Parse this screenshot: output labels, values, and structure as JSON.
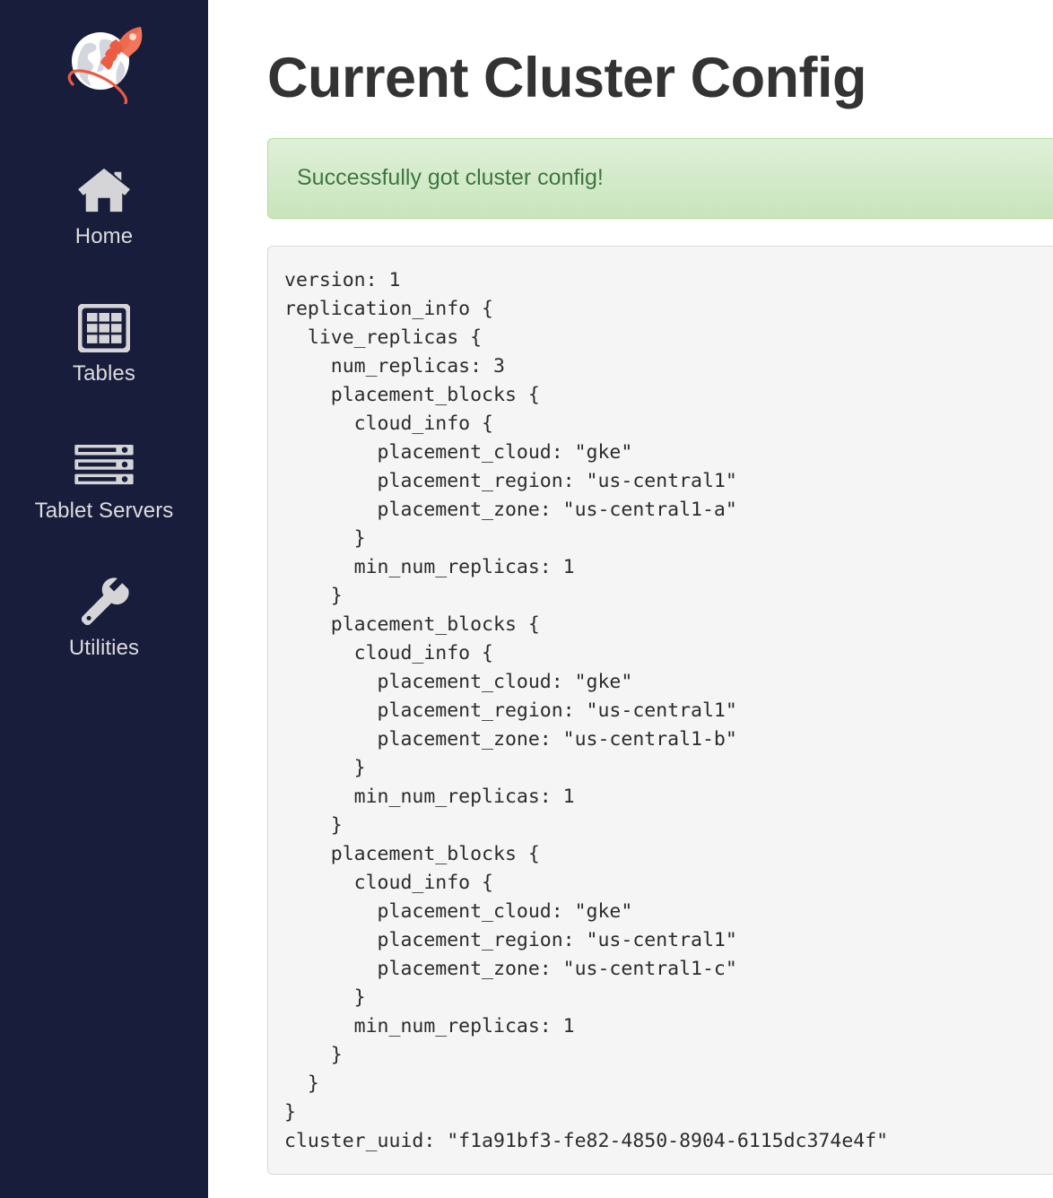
{
  "sidebar": {
    "logo_name": "yugabyte-rocket-globe-logo",
    "background_color": "#191d3c",
    "items": [
      {
        "label": "Home",
        "icon": "home-icon"
      },
      {
        "label": "Tables",
        "icon": "table-grid-icon"
      },
      {
        "label": "Tablet Servers",
        "icon": "server-rack-icon"
      },
      {
        "label": "Utilities",
        "icon": "wrench-icon"
      }
    ]
  },
  "main": {
    "title": "Current Cluster Config",
    "alert": {
      "text": "Successfully got cluster config!",
      "type": "success",
      "text_color": "#3c763d",
      "background_color": "#dff0d8",
      "border_color": "#b2dba1"
    },
    "config": {
      "background_color": "#f5f5f5",
      "border_color": "#d8d8d8",
      "text": "version: 1\nreplication_info {\n  live_replicas {\n    num_replicas: 3\n    placement_blocks {\n      cloud_info {\n        placement_cloud: \"gke\"\n        placement_region: \"us-central1\"\n        placement_zone: \"us-central1-a\"\n      }\n      min_num_replicas: 1\n    }\n    placement_blocks {\n      cloud_info {\n        placement_cloud: \"gke\"\n        placement_region: \"us-central1\"\n        placement_zone: \"us-central1-b\"\n      }\n      min_num_replicas: 1\n    }\n    placement_blocks {\n      cloud_info {\n        placement_cloud: \"gke\"\n        placement_region: \"us-central1\"\n        placement_zone: \"us-central1-c\"\n      }\n      min_num_replicas: 1\n    }\n  }\n}\ncluster_uuid: \"f1a91bf3-fe82-4850-8904-6115dc374e4f\"",
      "values": {
        "version": "1",
        "num_replicas": "3",
        "placement_cloud": "gke",
        "placement_region": "us-central1",
        "placement_zones": [
          "us-central1-a",
          "us-central1-b",
          "us-central1-c"
        ],
        "min_num_replicas": "1",
        "cluster_uuid": "f1a91bf3-fe82-4850-8904-6115dc374e4f"
      }
    }
  }
}
